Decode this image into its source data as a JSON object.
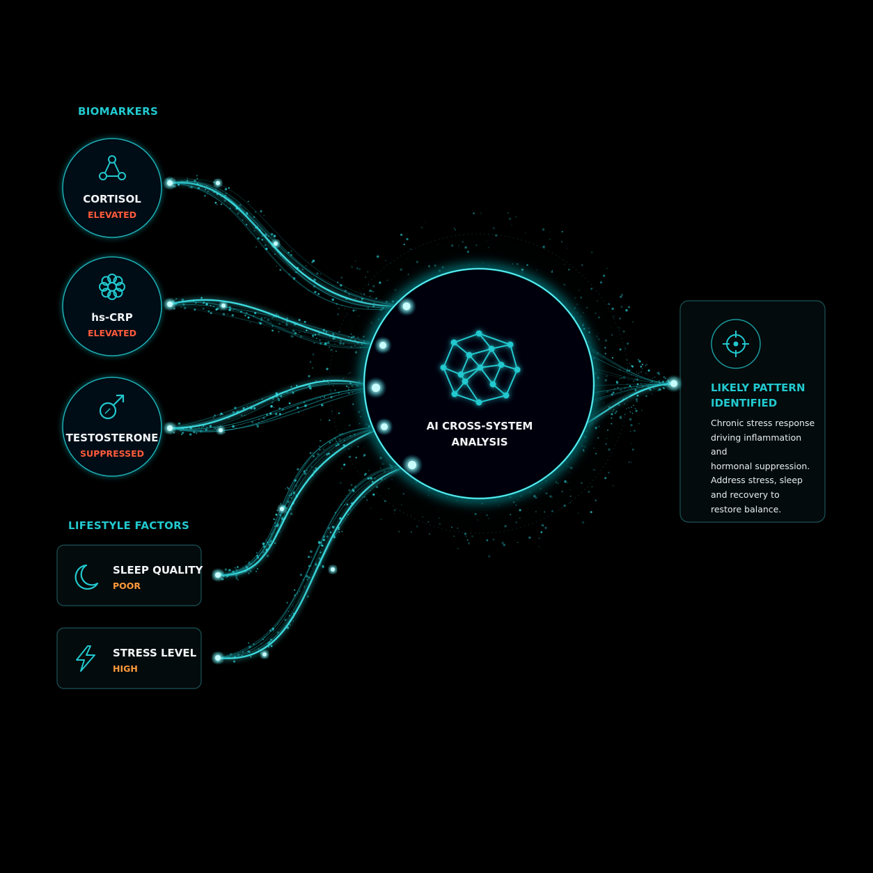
{
  "colors": {
    "background": "#000000",
    "accent": "#22c9cf",
    "alert": "#ff5a3c",
    "warning": "#ff9a3c"
  },
  "biomarkers": {
    "title": "BIOMARKERS",
    "items": [
      {
        "name": "CORTISOL",
        "status": "ELEVATED",
        "status_level": "alert",
        "icon": "molecule-icon"
      },
      {
        "name": "hs-CRP",
        "status": "ELEVATED",
        "status_level": "alert",
        "icon": "cell-flower-icon"
      },
      {
        "name": "TESTOSTERONE",
        "status": "SUPPRESSED",
        "status_level": "alert",
        "icon": "male-symbol-icon"
      }
    ]
  },
  "lifestyle": {
    "title": "LIFESTYLE FACTORS",
    "items": [
      {
        "name": "SLEEP QUALITY",
        "status": "POOR",
        "status_level": "warning",
        "icon": "moon-icon"
      },
      {
        "name": "STRESS LEVEL",
        "status": "HIGH",
        "status_level": "warning",
        "icon": "lightning-icon"
      }
    ]
  },
  "analysis": {
    "line1": "AI CROSS-SYSTEM",
    "line2": "ANALYSIS",
    "icon": "neural-network-icon"
  },
  "result": {
    "icon": "target-icon",
    "title_line1": "LIKELY PATTERN",
    "title_line2": "IDENTIFIED",
    "description": [
      "Chronic stress response",
      "driving inflammation and",
      "hormonal suppression.",
      "Address stress, sleep",
      "and recovery to",
      "restore balance."
    ]
  }
}
